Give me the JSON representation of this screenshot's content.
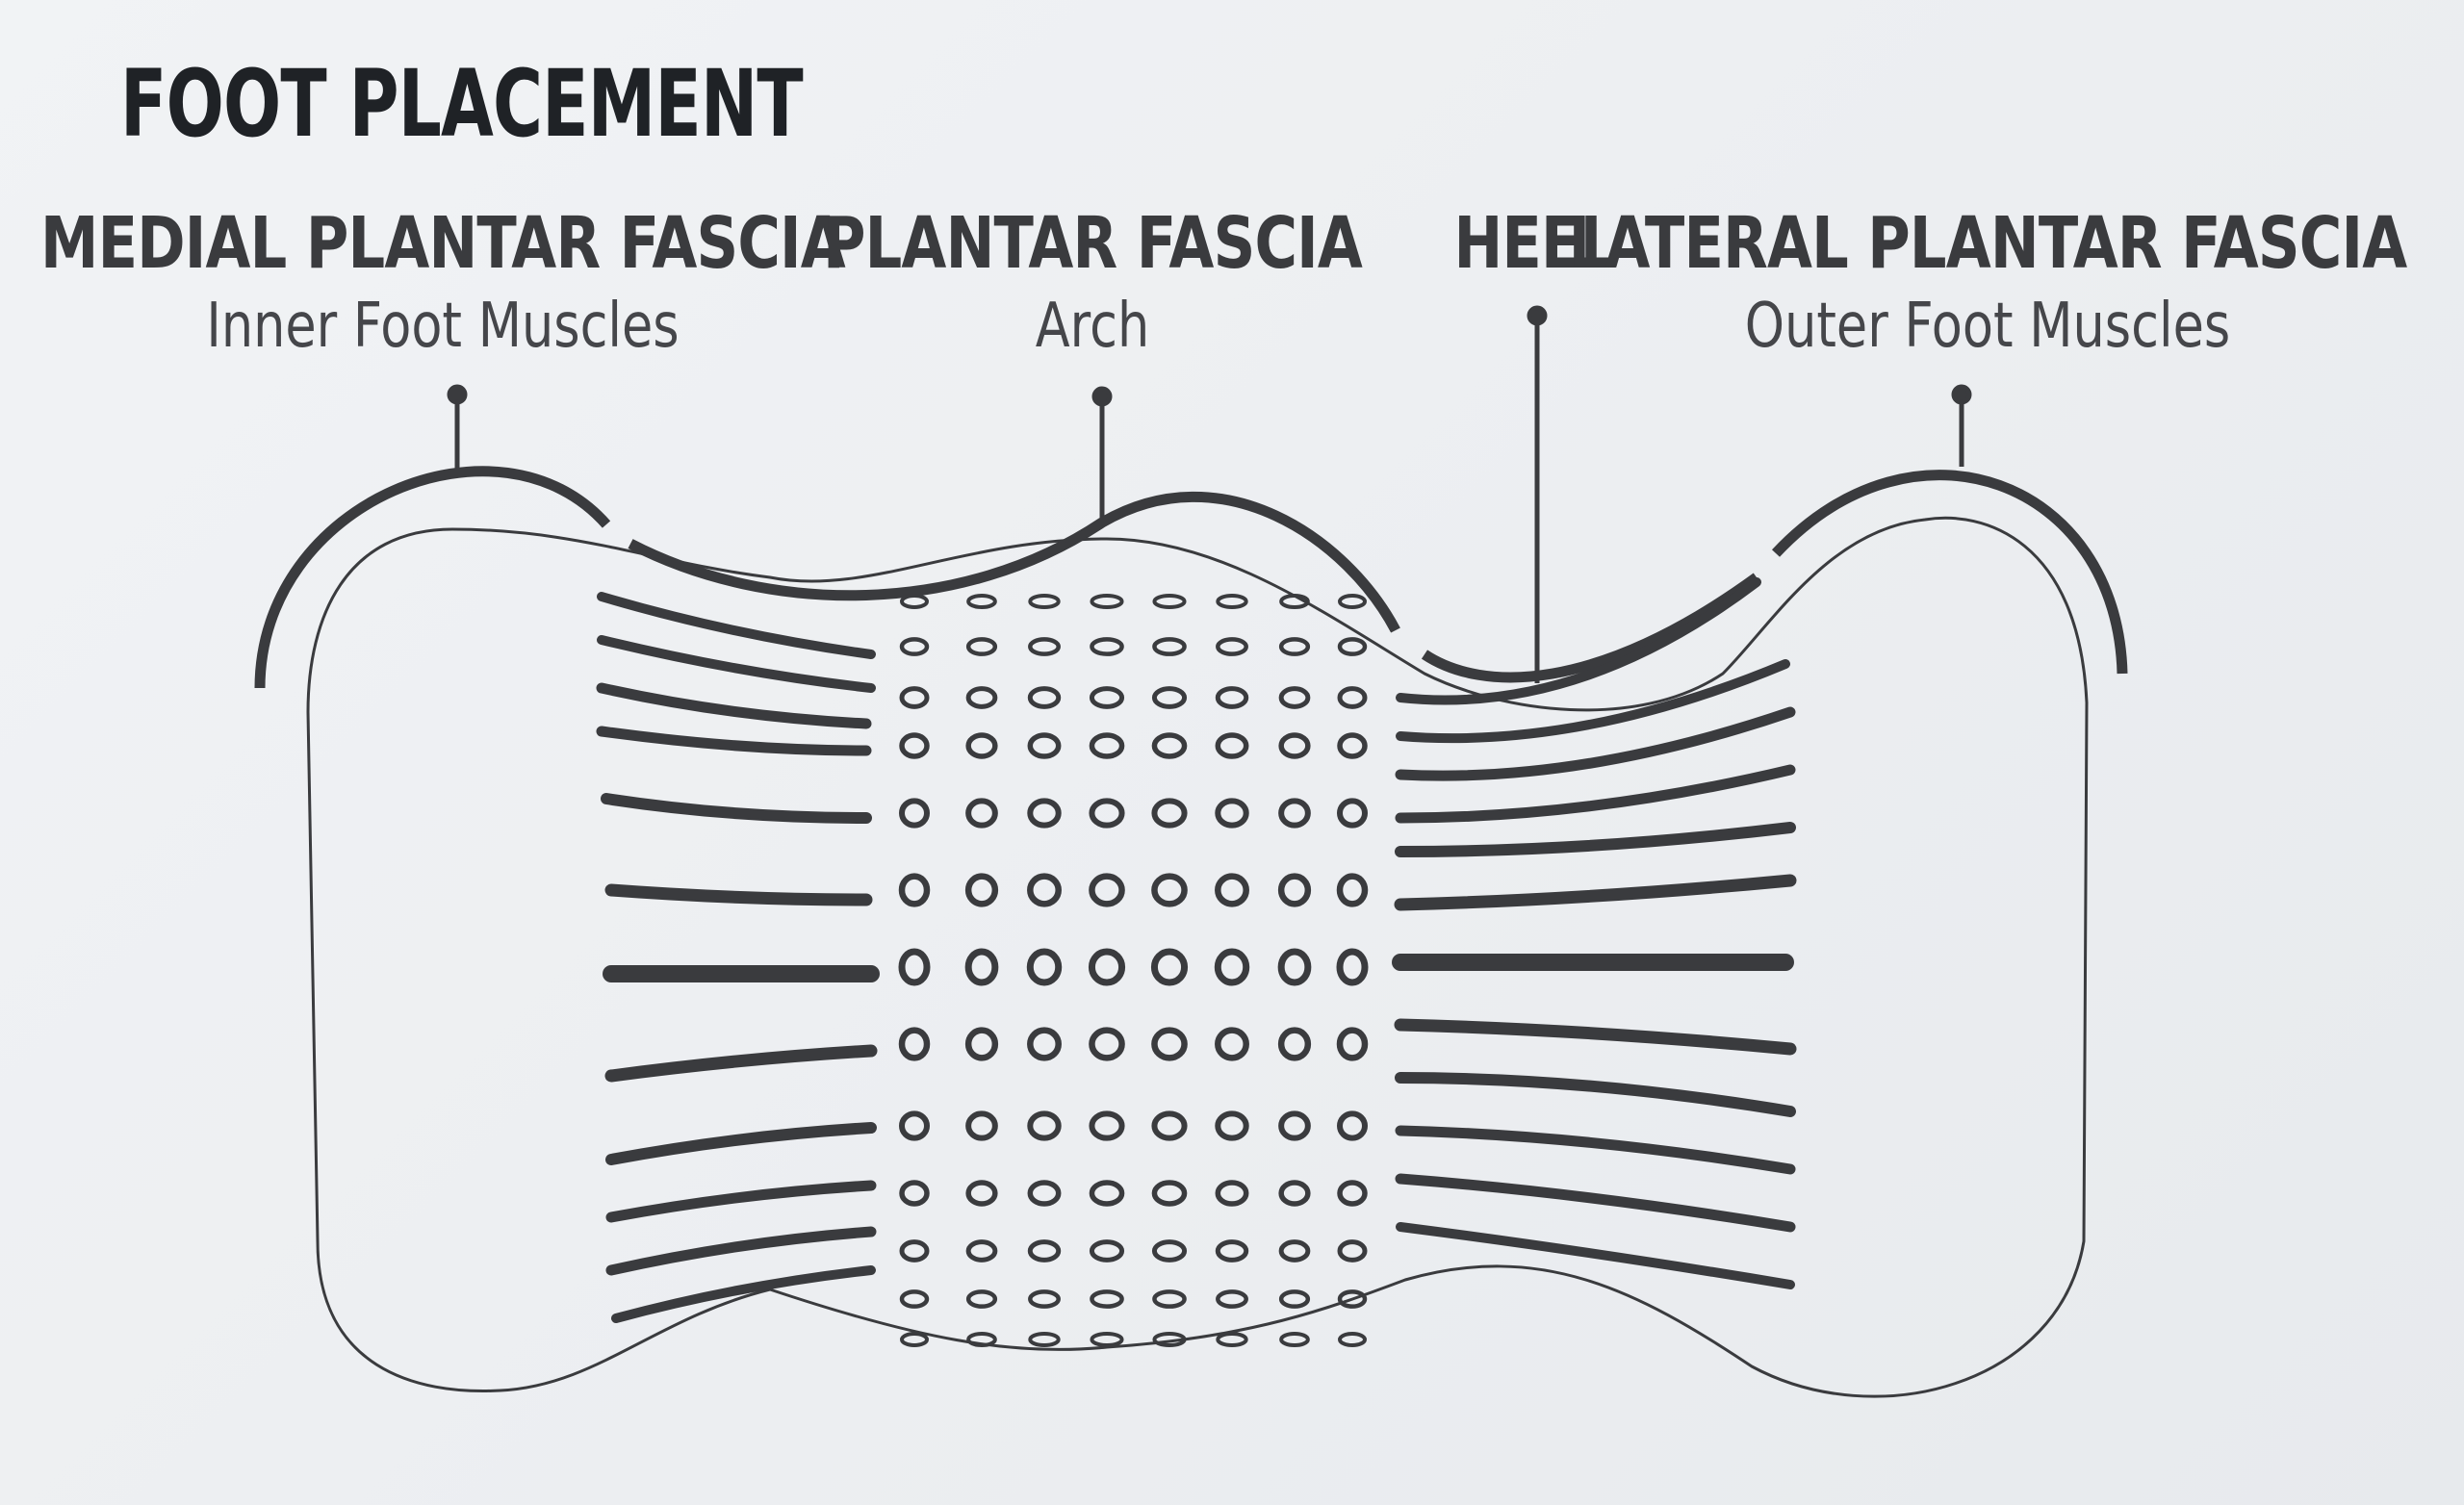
{
  "title": "FOOT PLACEMENT",
  "labels": [
    {
      "heading": "MEDIAL PLANTAR FASCIA",
      "sub": "Inner Foot Muscles"
    },
    {
      "heading": "PLANTAR FASCIA",
      "sub": "Arch"
    },
    {
      "heading": "HEEL",
      "sub": ""
    },
    {
      "heading": "LATERAL PLANTAR FASCIA",
      "sub": "Outer Foot Muscles"
    }
  ],
  "colors": {
    "ink": "#3a3b3e",
    "paper": "#eef0f2"
  }
}
